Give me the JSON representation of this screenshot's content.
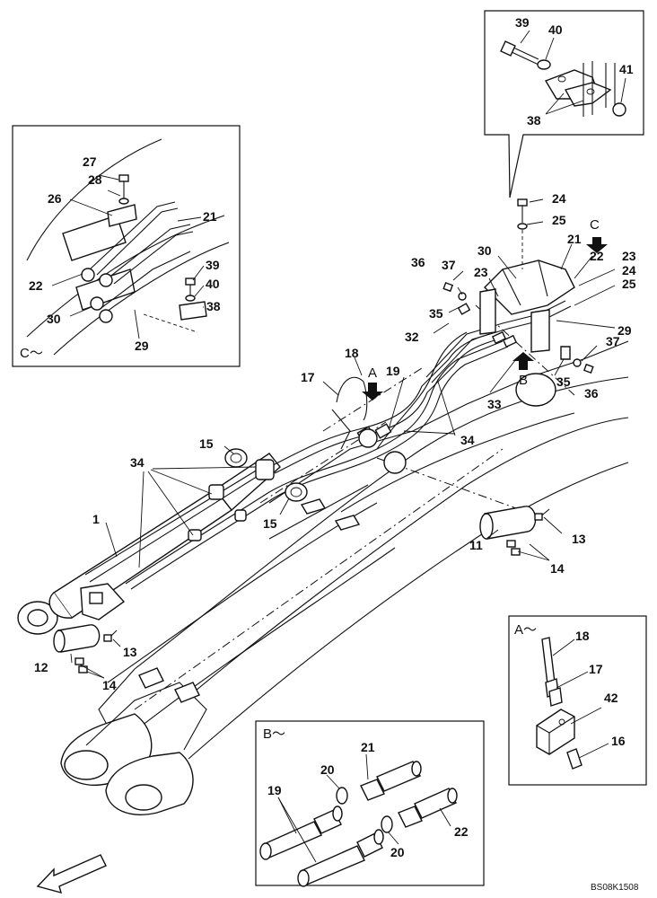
{
  "callouts": {
    "c1": "1",
    "c11": "11",
    "c12": "12",
    "c13a": "13",
    "c13b": "13",
    "c14a": "14",
    "c14b": "14",
    "c15a": "15",
    "c15b": "15",
    "c16": "16",
    "c17": "17",
    "c17b": "17",
    "c18": "18",
    "c18b": "18",
    "c19": "19",
    "c19b": "19",
    "c20a": "20",
    "c20b": "20",
    "c21a": "21",
    "c21b": "21",
    "c21c": "21",
    "c22a": "22",
    "c22b": "22",
    "c22c": "22",
    "c23a": "23",
    "c23b": "23",
    "c24a": "24",
    "c24b": "24",
    "c25a": "25",
    "c25b": "25",
    "c26": "26",
    "c27": "27",
    "c28": "28",
    "c29a": "29",
    "c29b": "29",
    "c30a": "30",
    "c30b": "30",
    "c32": "32",
    "c33": "33",
    "c34a": "34",
    "c34b": "34",
    "c35a": "35",
    "c35b": "35",
    "c36a": "36",
    "c36b": "36",
    "c37a": "37",
    "c37b": "37",
    "c38a": "38",
    "c38b": "38",
    "c39a": "39",
    "c39b": "39",
    "c40a": "40",
    "c40b": "40",
    "c41": "41",
    "c42": "42"
  },
  "view_markers": {
    "A": "A",
    "B": "B",
    "C": "C",
    "detail_A": "A～",
    "detail_B": "B～",
    "detail_C": "C～"
  },
  "drawing_code": "BS08K1508"
}
